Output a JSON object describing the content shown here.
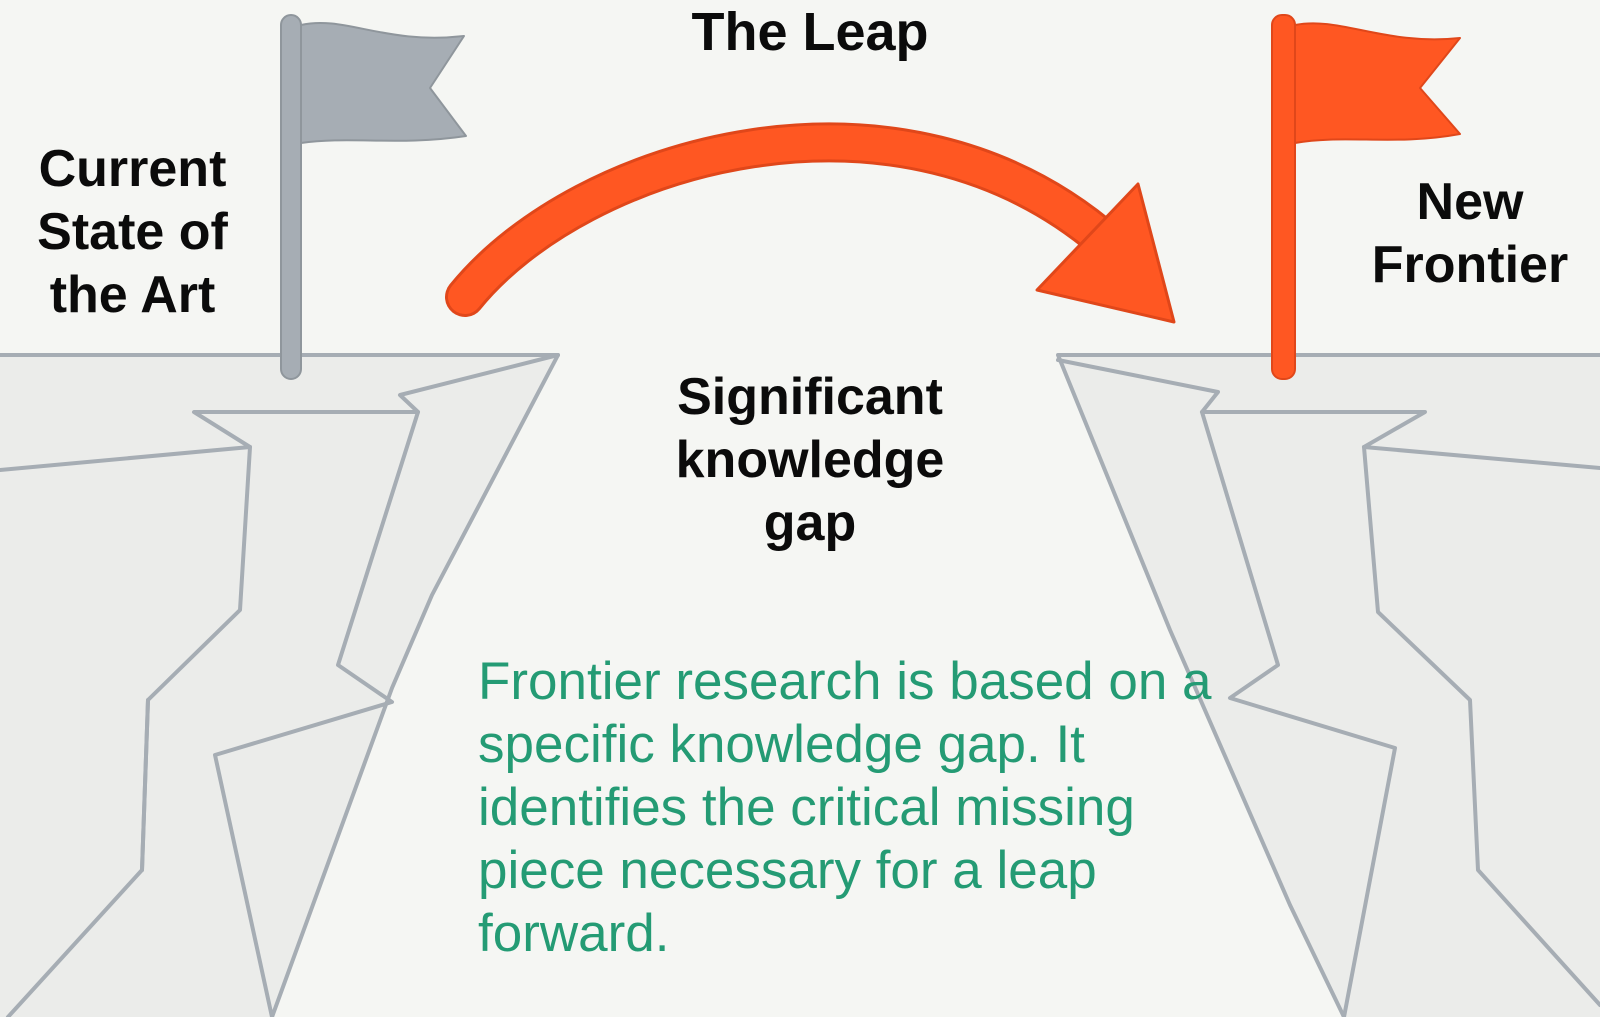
{
  "diagram": {
    "title": "The Leap",
    "left_label": "Current\nState of\nthe Art",
    "right_label": "New\nFrontier",
    "gap_label": "Significant\nknowledge\ngap",
    "description": "Frontier research is based on a\nspecific knowledge gap. It\nidentifies the critical missing\npiece necessary for a leap\nforward."
  },
  "colors": {
    "background": "#f5f6f3",
    "cliff_fill": "#ebecea",
    "cliff_line": "#a6adb4",
    "current_flag": "#a6adb4",
    "frontier_flag": "#ff5722",
    "arrow": "#ff5722",
    "arrow_outline": "#e0471a",
    "label_text": "#0b0b0b",
    "description_text": "#249b74"
  },
  "icons": {
    "current_flag": "flag-icon",
    "frontier_flag": "flag-icon",
    "leap_arrow": "curved-arrow-icon"
  }
}
